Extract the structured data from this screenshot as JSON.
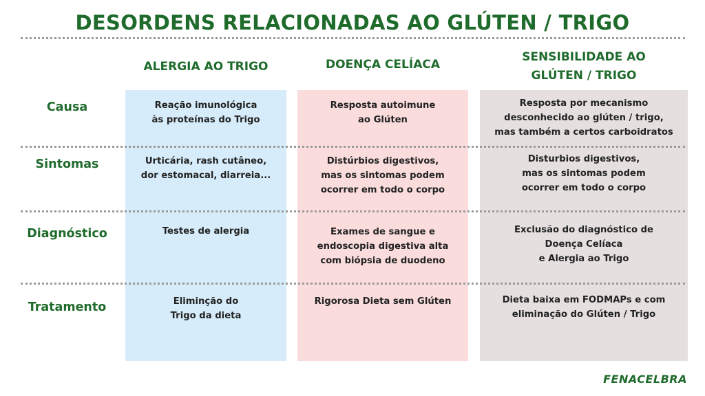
{
  "title": "DESORDENS RELACIONADAS AO GLÚTEN / TRIGO",
  "columns": [
    {
      "header": [
        "ALERGIA AO TRIGO"
      ]
    },
    {
      "header": [
        "DOENÇA CELÍACA"
      ]
    },
    {
      "header": [
        "SENSIBILIDADE AO",
        "GLÚTEN / TRIGO"
      ]
    }
  ],
  "rows": [
    {
      "label": "Causa",
      "cells": [
        [
          "Reação imunológica",
          "às proteínas do Trigo"
        ],
        [
          "Resposta autoimune",
          "ao Glúten"
        ],
        [
          "Resposta por mecanismo",
          "desconhecido ao glúten / trigo,",
          "mas também a certos carboidratos"
        ]
      ]
    },
    {
      "label": "Sintomas",
      "cells": [
        [
          "Urticária, rash cutâneo,",
          "dor estomacal, diarreia..."
        ],
        [
          "Distúrbios digestivos,",
          "mas os sintomas podem",
          "ocorrer em todo o corpo"
        ],
        [
          "Disturbios digestivos,",
          "mas os sintomas podem",
          "ocorrer em todo o corpo"
        ]
      ]
    },
    {
      "label": "Diagnóstico",
      "cells": [
        [
          "Testes de alergia"
        ],
        [
          "Exames de sangue e",
          "endoscopia digestiva alta",
          "com biópsia de duodeno"
        ],
        [
          "Exclusão do diagnóstico de",
          "Doença Celíaca",
          "e Alergia ao Trigo"
        ]
      ]
    },
    {
      "label": "Tratamento",
      "cells": [
        [
          "Eliminção do",
          "Trigo da dieta"
        ],
        [
          "Rigorosa Dieta sem Glúten"
        ],
        [
          "Dieta baixa em FODMAPs e com",
          "eliminação do Glúten / Trigo"
        ]
      ]
    }
  ],
  "footer": "FENACELBRA"
}
